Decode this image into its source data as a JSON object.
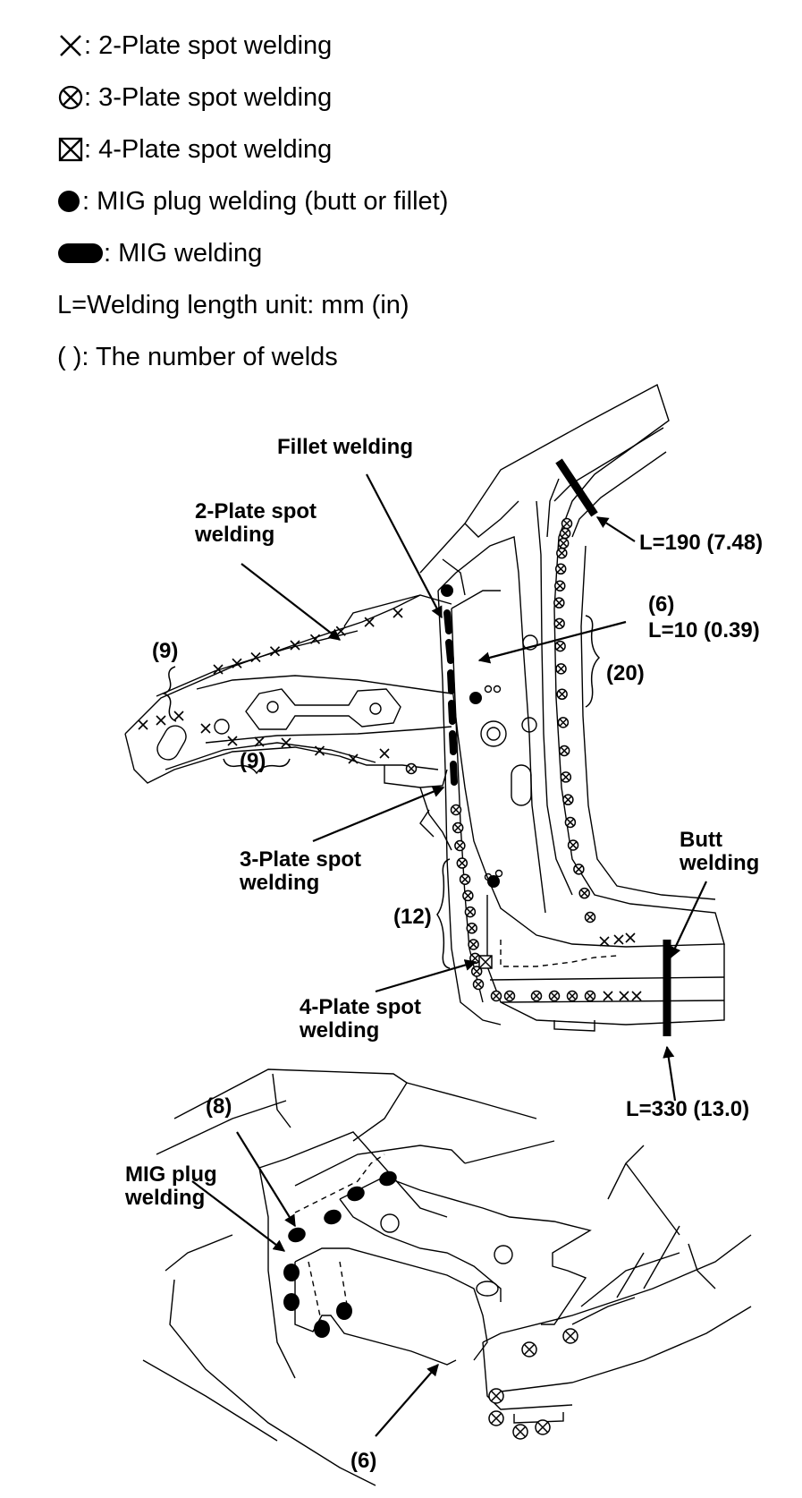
{
  "legend": {
    "two_plate": ": 2-Plate spot welding",
    "three_plate": ": 3-Plate spot welding",
    "four_plate": ": 4-Plate spot welding",
    "mig_plug": ": MIG plug welding (butt or fillet)",
    "mig": ": MIG welding",
    "length_unit": "L=Welding length unit: mm (in)",
    "count": "( ): The number of welds"
  },
  "upper": {
    "fillet_welding": "Fillet welding",
    "two_plate_line1": "2-Plate spot",
    "two_plate_line2": "welding",
    "count_9_top": "(9)",
    "count_9_bottom": "(9)",
    "count_6": "(6)",
    "length_10": "L=10 (0.39)",
    "length_190": "L=190 (7.48)",
    "count_20": "(20)",
    "three_plate_line1": "3-Plate spot",
    "three_plate_line2": "welding",
    "count_12": "(12)",
    "four_plate_line1": "4-Plate spot",
    "four_plate_line2": "welding",
    "butt_line1": "Butt",
    "butt_line2": "welding",
    "length_330": "L=330 (13.0)"
  },
  "lower": {
    "count_8": "(8)",
    "mig_plug_line1": "MIG plug",
    "mig_plug_line2": "welding",
    "count_6": "(6)"
  }
}
